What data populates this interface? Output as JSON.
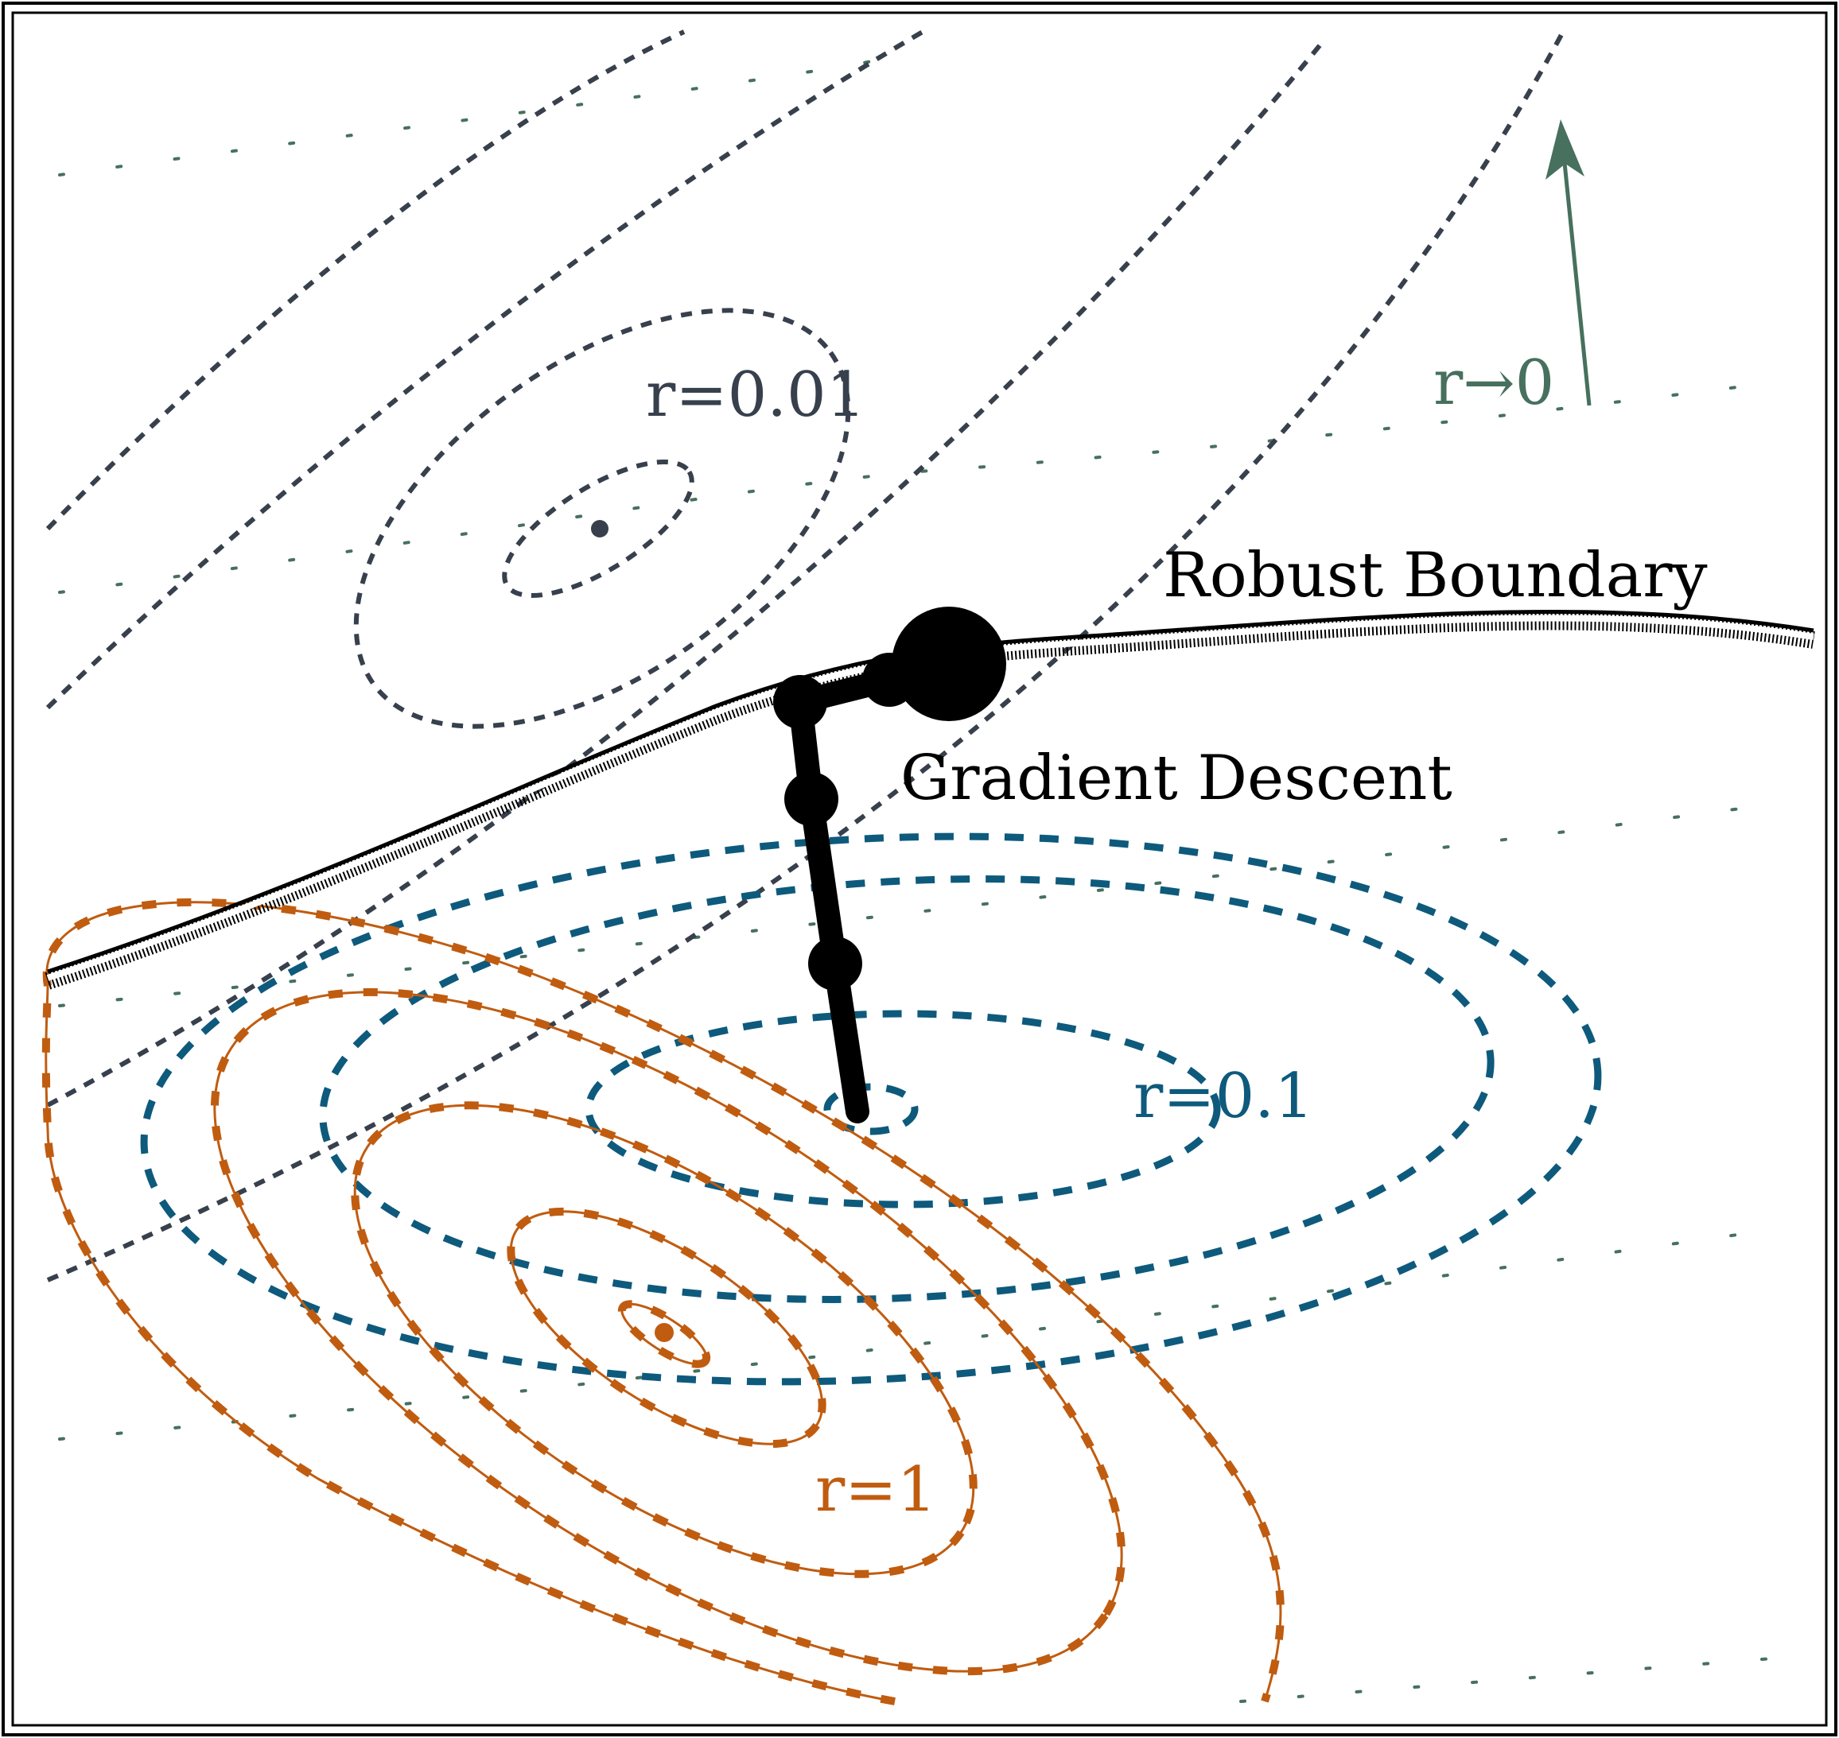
{
  "labels": {
    "r001": "r=0.01",
    "r01": "r=0.1",
    "r1": "r=1",
    "r0": "r→0",
    "robust": "Robust Boundary",
    "gd": "Gradient Descent"
  },
  "colors": {
    "slate": "#37404c",
    "blue": "#0e5a7c",
    "orange": "#c05c10",
    "green": "#47705e",
    "black": "#000000"
  }
}
